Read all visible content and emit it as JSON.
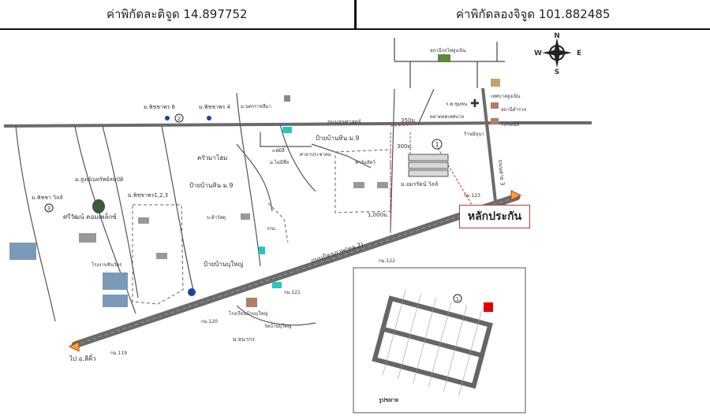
{
  "header": {
    "latitude_label": "ค่าพิกัดละติจูด 14.897752",
    "longitude_label": "ค่าพิกัดลองจิจูด 101.882485"
  },
  "compass": {
    "n": "N",
    "s": "S",
    "e": "E",
    "w": "W"
  },
  "roads": {
    "upper": "ถนนสุรศาสตร์",
    "lower": "ถนนมิตรภาพ(ทล.2)",
    "right": "ถนนสาย 3",
    "direction_sikhio": "ไป อ.สีคิ้ว"
  },
  "distances": {
    "d350": "350ม.",
    "d300": "300ม.",
    "d1000": "1,000ม."
  },
  "markers": {
    "project": "1",
    "m2": "2",
    "m3": "3"
  },
  "callout": {
    "label": "หลักประกัน"
  },
  "landmarks": {
    "station": "สถานีรถไฟสูงเนิน",
    "district": "เทศบาลสูงเนิน",
    "police": "สถานีตำรวจ",
    "post": "ไปรษณีย์",
    "hospital": "ร.พ.ชุมชน",
    "market": "ตลาดสดเทศบาล",
    "shop": "ร้านมิถุนา",
    "moo6": "ม.พิชชาพร 6",
    "moo4": "ม.พิชชาพร 4",
    "nakorn": "ม.นครราชสีมา",
    "bankhin": "ป้ายบ้านหิน ม.9",
    "seven": "แฟมิลี่",
    "kru": "ครัวมาโฮม",
    "maimee": "ม.ไม่มีชื่อ",
    "bankhin9": "ป้ายบ้านหิน ม.9",
    "farm": "ฟาร์มสัตว์",
    "amornrat": "ม.อมรรัตน์ วิลล์",
    "km123": "กม.123",
    "km122": "กม.122",
    "km121": "กม.121",
    "km120": "กม.120",
    "km119": "กม.119",
    "pichaya_ville": "ม.พิชชา วิลล์",
    "sriwat": "ศรีวัฒน์ คอมเพล็กซ์",
    "factory": "โรงงานชินวัตร",
    "chomsri": "ม.สูงเนินทรัพย์สมบัติ",
    "pichaya123": "ม.พิชชาพร1,2,3",
    "banyai": "ป้ายบ้านบุใหญ่",
    "school": "โรงเรียนบ้านบุใหญ่",
    "wat": "วัดบ้านบุใหญ่",
    "thanakorn": "ม.ธนากร",
    "rs": "รกม.",
    "hardware": "บ.ค้าวัสดุ",
    "temple2": "ศาลาประชาคม",
    "plan_label": "รูปขยาย"
  }
}
